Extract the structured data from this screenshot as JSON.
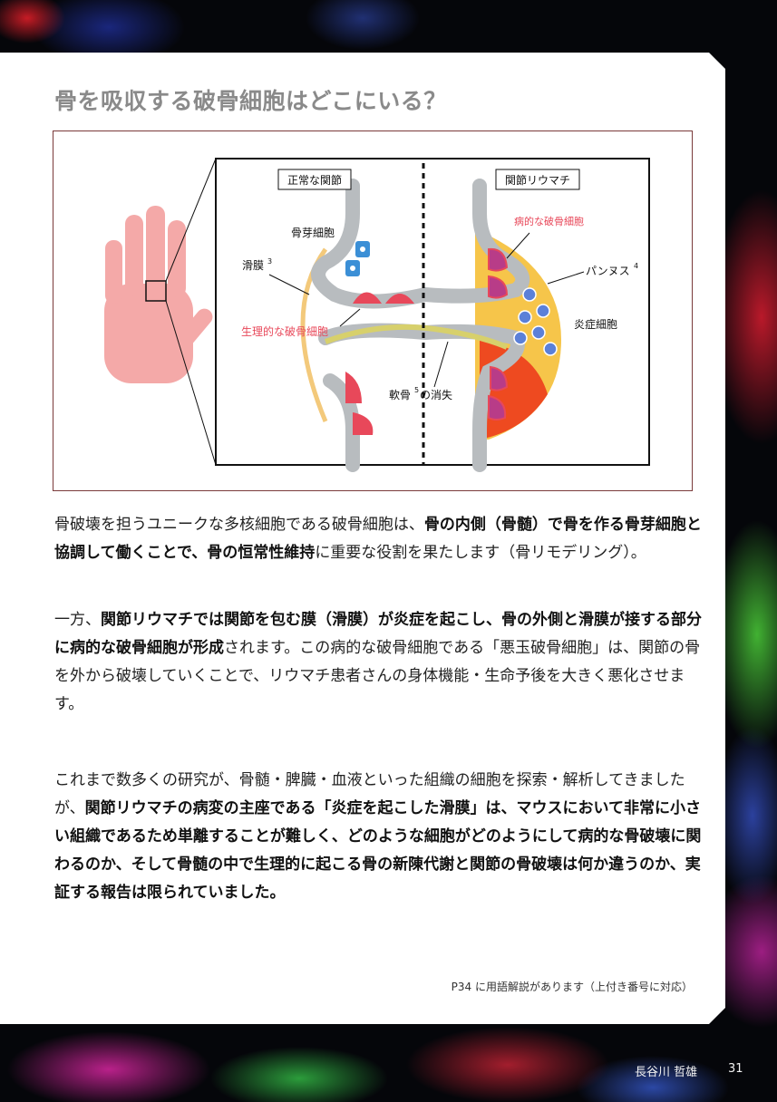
{
  "title": "骨を吸収する破骨細胞はどこにいる？",
  "figure": {
    "label_normal": "正常な関節",
    "label_ra": "関節リウマチ",
    "osteoblast": "骨芽細胞",
    "synovium": "滑膜",
    "synovium_sup": "3",
    "physiological_osteoclast": "生理的な破骨細胞",
    "cartilage": "軟骨",
    "cartilage_sup": "5",
    "cartilage_loss": "の消失",
    "pathological_osteoclast": "病的な破骨細胞",
    "pannus": "パンヌス",
    "pannus_sup": "4",
    "inflammatory_cells": "炎症細胞"
  },
  "paragraphs": {
    "p1": [
      {
        "t": "骨破壊を担うユニークな多核細胞である破骨細胞は、",
        "b": false
      },
      {
        "t": "骨の内側（骨髄）で骨を作る骨芽細胞と協調して働くことで、骨の恒常性維持",
        "b": true
      },
      {
        "t": "に重要な役割を果たします（骨リモデリング）。",
        "b": false
      }
    ],
    "p2": [
      {
        "t": "一方、",
        "b": false
      },
      {
        "t": "関節リウマチでは関節を包む膜（滑膜）が炎症を起こし、骨の外側と滑膜が接する部分に病的な破骨細胞が形成",
        "b": true
      },
      {
        "t": "されます。この病的な破骨細胞である「悪玉破骨細胞」は、関節の骨を外から破壊していくことで、リウマチ患者さんの身体機能・生命予後を大きく悪化させます。",
        "b": false
      }
    ],
    "p3": [
      {
        "t": "これまで数多くの研究が、骨髄・脾臓・血液といった組織の細胞を探索・解析してきましたが、",
        "b": false
      },
      {
        "t": "関節リウマチの病変の主座である「炎症を起こした滑膜」は、マウスにおいて非常に小さい組織であるため単離することが難しく、どのような細胞がどのようにして病的な骨破壊に関わるのか、そして骨髄の中で生理的に起こる骨の新陳代謝と関節の骨破壊は何か違うのか、実証する報告は限られていました。",
        "b": true
      }
    ]
  },
  "footnote": "P34 に用語解説があります（上付き番号に対応）",
  "author": "長谷川 哲雄",
  "page_number": "31"
}
